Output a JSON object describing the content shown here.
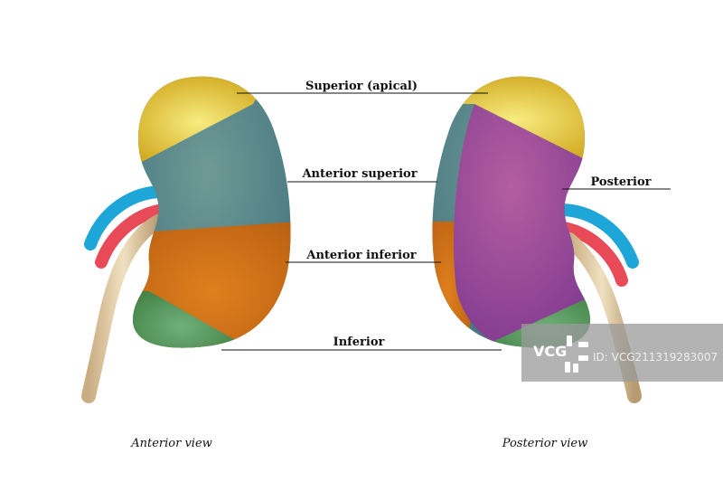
{
  "diagram": {
    "title": "Renal segments",
    "labels": {
      "superior": "Superior (apical)",
      "anterior_superior": "Anterior superior",
      "anterior_inferior": "Anterior inferior",
      "inferior": "Inferior",
      "posterior": "Posterior"
    },
    "views": {
      "anterior": "Anterior view",
      "posterior": "Posterior view"
    },
    "segment_colors": {
      "superior": "#e2c22a",
      "anterior_superior": "#4f8087",
      "anterior_inferior": "#d4731a",
      "inferior": "#4f9150",
      "posterior": "#9a4a96",
      "vein": "#1fa6d8",
      "artery": "#e84a58",
      "ureter": "#dcc6a0"
    }
  },
  "watermark": {
    "logo": "VCG",
    "id_text": "ID: VCG211319283007"
  }
}
